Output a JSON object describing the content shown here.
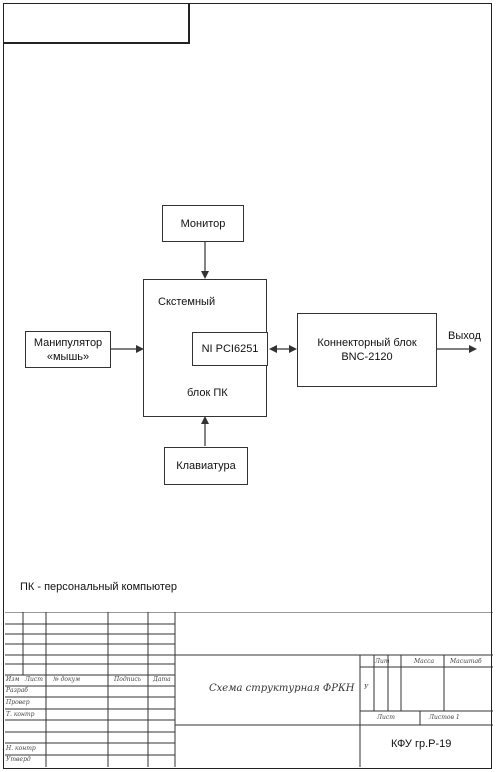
{
  "diagram": {
    "monitor": "Монитор",
    "system_top": "Скстемный",
    "system_bottom": "блок ПК",
    "ni_card": "NI PCI6251",
    "connector_line1": "Коннекторный блок",
    "connector_line2": "BNC-2120",
    "output": "Выход",
    "manip_line1": "Манипулятор",
    "manip_line2": "«мышь»",
    "keyboard": "Клавиатура",
    "footnote": "ПК - персональный компьютер"
  },
  "title_block": {
    "col_izm": "Изм",
    "col_list": "Лист",
    "col_doc": "№ докум",
    "col_podp": "Подпись",
    "col_data": "Дата",
    "razrab": "Разраб",
    "prover": "Провер",
    "t_kontr": "Т. контр",
    "n_kontr": "Н. контр",
    "utverd": "Утверд",
    "lit": "Лит",
    "massa": "Масса",
    "masshtab": "Масштаб",
    "letter": "У",
    "sheet": "Лист",
    "sheets": "Листов 1",
    "doc_title": "Схема структурная ФРКН",
    "group": "КФУ гр.Р-19"
  }
}
